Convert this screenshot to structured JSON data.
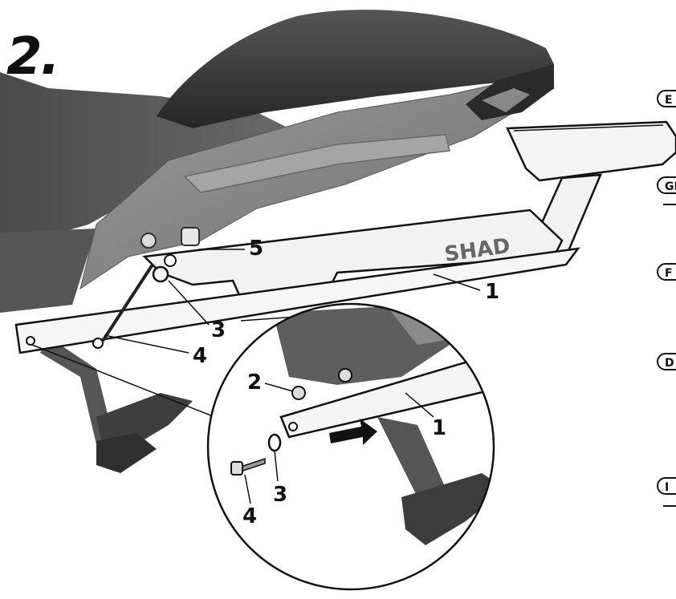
{
  "step_number": "2.",
  "brand_logo": "SHAD",
  "language_tabs": [
    "E",
    "GI",
    "F",
    "D",
    "I"
  ],
  "callouts_main": [
    "5",
    "1",
    "3",
    "4"
  ],
  "callouts_zoom": [
    "2",
    "1",
    "3",
    "4"
  ],
  "colors": {
    "seat": "#3a3a3a",
    "body_panel": "#8a8a8a",
    "rack": "#f2f2f2",
    "outline": "#111111"
  }
}
